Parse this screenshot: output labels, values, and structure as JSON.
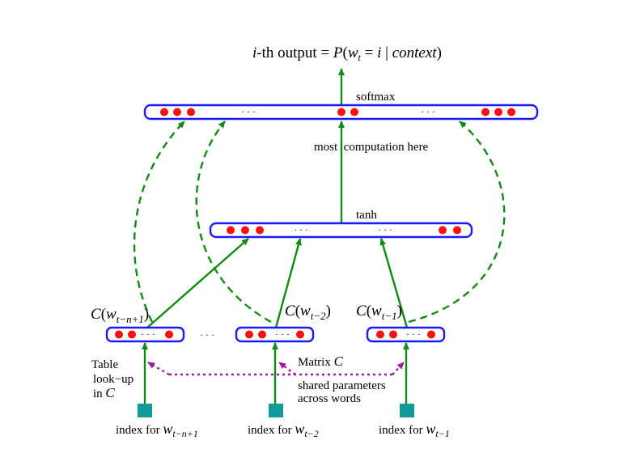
{
  "title": {
    "prefix_i": "i",
    "prefix_rest": "-th output = ",
    "P": "P",
    "open": "(",
    "w": "w",
    "t_sub": "t",
    "eq": " = ",
    "i": "i",
    "bar": " | ",
    "context": "context",
    "close": ")"
  },
  "layers": {
    "output": {
      "label": "softmax",
      "ellipsis": "· · ·"
    },
    "hidden": {
      "label": "tanh",
      "ellipsis": "· · ·"
    },
    "middle_note": "most  computation here"
  },
  "inputs": [
    {
      "C": "C",
      "open": "(",
      "w": "w",
      "sub": "t−n+1",
      "close": ")",
      "index_label": "index for ",
      "index_w": "w",
      "index_sub": "t−n+1"
    },
    {
      "C": "C",
      "open": "(",
      "w": "w",
      "sub": "t−2",
      "close": ")",
      "index_label": "index for ",
      "index_w": "w",
      "index_sub": "t−2"
    },
    {
      "C": "C",
      "open": "(",
      "w": "w",
      "sub": "t−1",
      "close": ")",
      "index_label": "index for ",
      "index_w": "w",
      "index_sub": "t−1"
    }
  ],
  "between_inputs_ellipsis": "· · ·",
  "box_ellipsis": "· · ·",
  "annotations": {
    "table_lookup": [
      "Table",
      "look−up",
      "in "
    ],
    "table_lookup_C": "C",
    "matrix": "Matrix ",
    "matrix_C": "C",
    "shared": [
      "shared parameters",
      "across words"
    ]
  },
  "colors": {
    "box_border": "#1a1aff",
    "neuron": "#ff1010",
    "arrow": "#138a13",
    "shared_link": "#9a1a9a",
    "index_square": "#109a9a"
  }
}
